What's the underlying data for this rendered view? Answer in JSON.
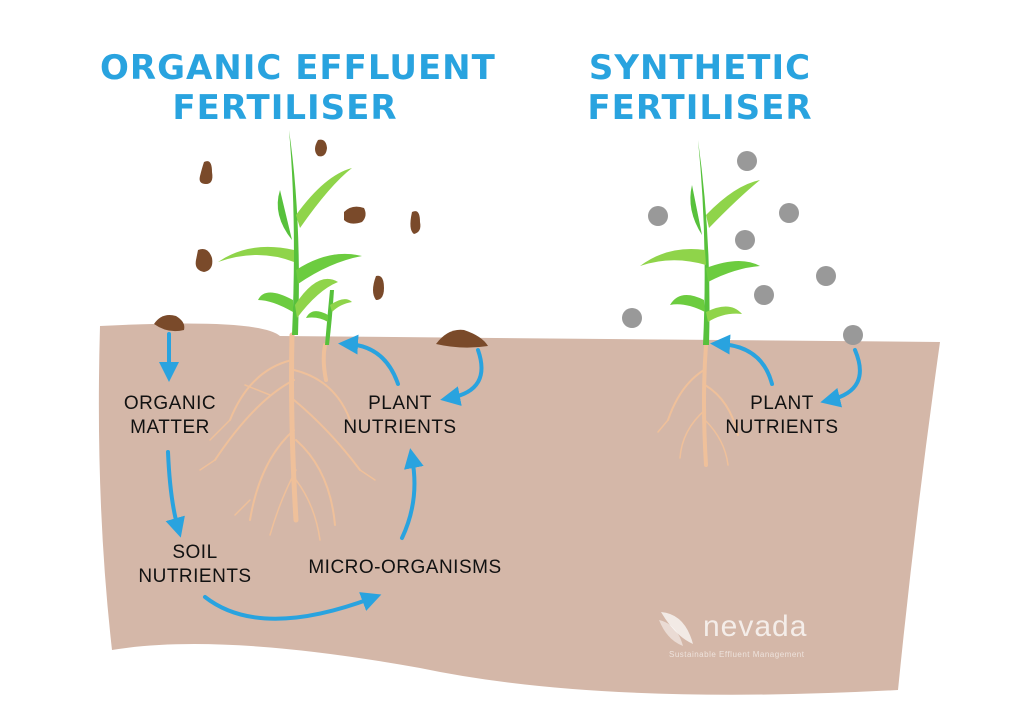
{
  "titles": {
    "organic": [
      "ORGANIC EFFLUENT",
      "FERTILISER"
    ],
    "synthetic": [
      "SYNTHETIC",
      "FERTILISER"
    ]
  },
  "labels": {
    "organic_matter": [
      "ORGANIC",
      "MATTER"
    ],
    "plant_nutrients_left": [
      "PLANT",
      "NUTRIENTS"
    ],
    "soil_nutrients": [
      "SOIL",
      "NUTRIENTS"
    ],
    "micro_organisms": "MICRO-ORGANISMS",
    "plant_nutrients_right": [
      "PLANT",
      "NUTRIENTS"
    ]
  },
  "logo": {
    "name": "nevada",
    "tagline": "Sustainable Effluent Management"
  },
  "colors": {
    "title": "#29a3df",
    "arrow": "#29a3df",
    "soil": "#d4b7a8",
    "effluent": "#7a4a2a",
    "granule": "#999999",
    "leaf": "#57c13c",
    "root": "#efc09a"
  }
}
